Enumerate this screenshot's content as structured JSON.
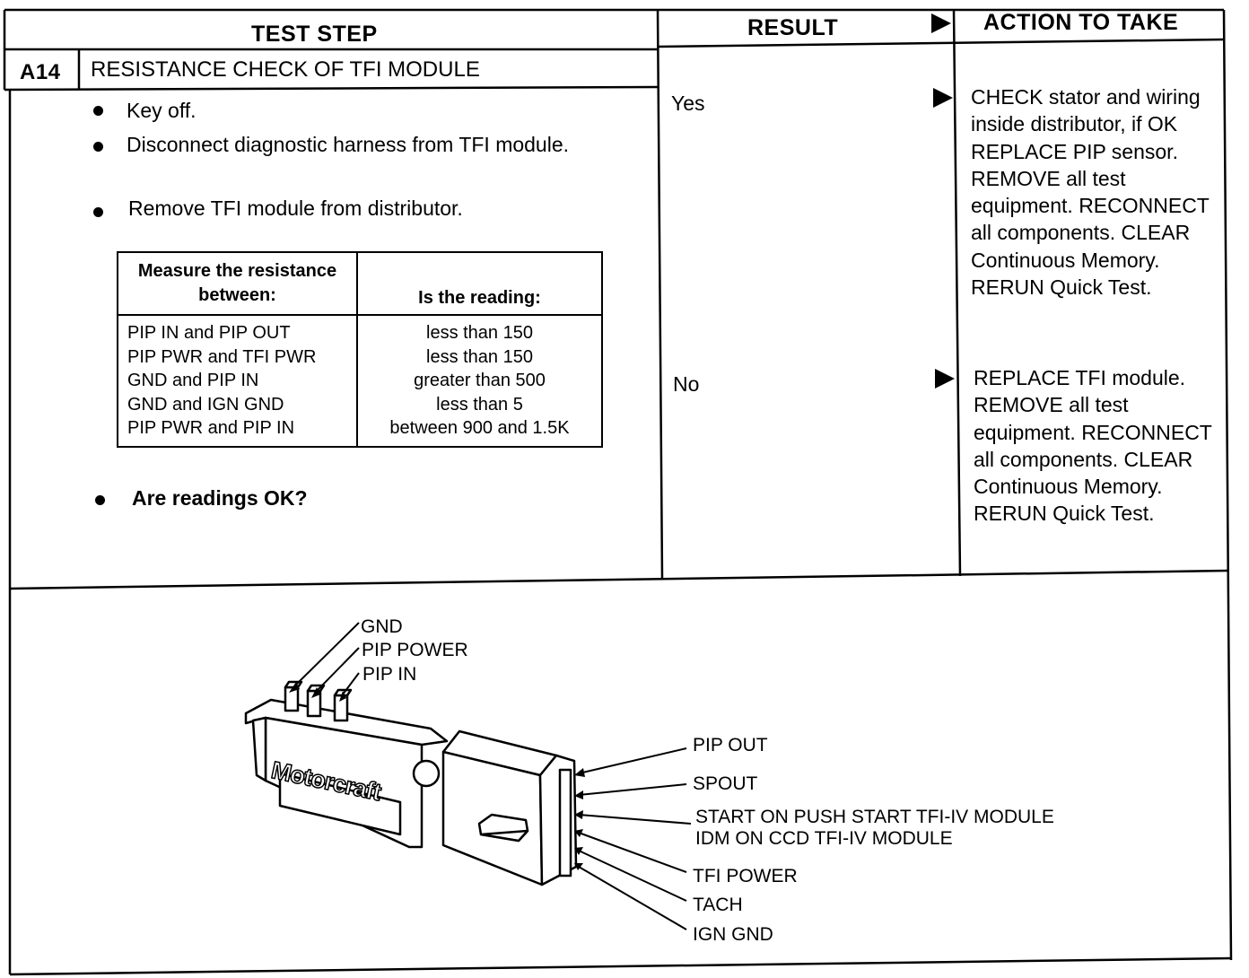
{
  "header": {
    "test_step": "TEST STEP",
    "result": "RESULT",
    "action": "ACTION TO TAKE"
  },
  "step": {
    "id": "A14",
    "title": "RESISTANCE CHECK OF TFI MODULE",
    "bullets": [
      "Key off.",
      "Disconnect diagnostic harness from TFI module.",
      "Remove TFI module from distributor."
    ],
    "question": "Are readings OK?"
  },
  "measure_table": {
    "col1_header": "Measure the resistance between:",
    "col2_header": "Is the reading:",
    "rows": [
      {
        "pair": "PIP IN and PIP OUT",
        "reading": "less than 150"
      },
      {
        "pair": "PIP PWR and TFI PWR",
        "reading": "less than 150"
      },
      {
        "pair": "GND and PIP IN",
        "reading": "greater than 500"
      },
      {
        "pair": "GND and IGN GND",
        "reading": "less than 5"
      },
      {
        "pair": "PIP PWR and PIP IN",
        "reading": "between 900 and 1.5K"
      }
    ]
  },
  "results": {
    "yes": "Yes",
    "no": "No"
  },
  "actions": {
    "yes": "CHECK stator and wiring inside distributor, if OK REPLACE PIP sensor. REMOVE all test equipment. RECONNECT all components. CLEAR Continuous Memory. RERUN Quick Test.",
    "no": "REPLACE TFI module. REMOVE all test equipment. RECONNECT all components. CLEAR Continuous Memory. RERUN Quick Test."
  },
  "diagram": {
    "brand": "Motorcraft",
    "top_labels": [
      "GND",
      "PIP POWER",
      "PIP IN"
    ],
    "side_labels": [
      "PIP OUT",
      "SPOUT",
      "START ON PUSH START TFI-IV MODULE",
      "IDM ON CCD TFI-IV MODULE",
      "TFI POWER",
      "TACH",
      "IGN GND"
    ]
  }
}
